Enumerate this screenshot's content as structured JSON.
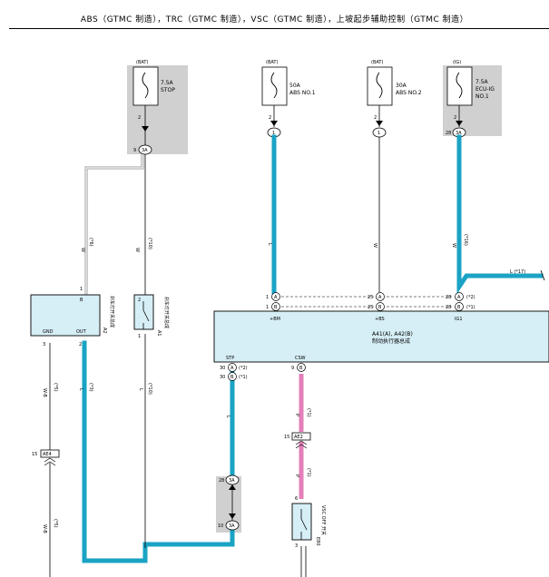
{
  "title": "ABS（GTMC 制造），TRC（GTMC 制造），VSC（GTMC 制造），上坡起步辅助控制（GTMC 制造）",
  "colors": {
    "wire_blue": "#1aa3c4",
    "wire_pink": "#e37fb9",
    "component_fill": "#d6eef6",
    "relay_block_fill": "#d0d0d0"
  },
  "fuses": [
    {
      "source": "(BAT)",
      "label_1": "7.5A",
      "label_2": "STOP",
      "pin": "2"
    },
    {
      "source": "(BAT)",
      "label_1": "50A",
      "label_2": "ABS NO.1",
      "pin": "2"
    },
    {
      "source": "(BAT)",
      "label_1": "30A",
      "label_2": "ABS NO.2",
      "pin": "2"
    },
    {
      "source": "(IG)",
      "label_1": "7.5A",
      "label_2": "ECU-IG",
      "label_3": "NO.1",
      "pin": "2"
    }
  ],
  "connectors": {
    "stop_fuse": {
      "pin": "9",
      "code": "3A"
    },
    "abs1": {
      "code": "1"
    },
    "abs2": {
      "code": "1"
    },
    "ecu_ig": {
      "pin": "28",
      "code": "3A"
    },
    "ae4": {
      "pin": "15",
      "code": "AE4"
    },
    "ae2": {
      "pin": "15",
      "code": "AE2"
    },
    "upper_3a": {
      "pin": "28",
      "code": "3A"
    },
    "lower_3a": {
      "pin": "10",
      "code": "3A"
    }
  },
  "wire_labels": {
    "w_gray": "W",
    "w_gray_ref": "(*6)",
    "w_stop": "W",
    "w_stop_ref": "(*10)",
    "w_abs1": "L",
    "w_abs2": "W",
    "w_ig": "W",
    "w_ig_ref": "(*16)",
    "ig_branch": "L (*17)",
    "a2_gnd": "W-B",
    "a2_gnd_ref": "(*5)",
    "a2_out": "L",
    "a2_out_ref": "(*3)",
    "a1_out": "L",
    "a1_out_ref": "(*10)",
    "stp": "L",
    "csw": "P",
    "csw_ref": "(*1)",
    "csw2": "P",
    "csw2_ref": "(*1)",
    "gnd_low": "W-B",
    "gnd_low_ref": "(*5)"
  },
  "switch_a2": {
    "pin_b": "B",
    "gnd": "GND",
    "out": "OUT",
    "pin1": "1",
    "pin3": "3",
    "pin2": "2",
    "name": "A2",
    "desc": "刹车灯开关总成"
  },
  "switch_a1": {
    "pin2": "2",
    "pin1": "1",
    "name": "A1",
    "desc": "刹车灯开关总成"
  },
  "ecu": {
    "name": "A41(A), A42(B)",
    "desc": "制动执行器总成",
    "pins": {
      "bm_a": "1",
      "bm_a_c": "A",
      "bm_b": "1",
      "bm_b_c": "B",
      "bm_label": "+BM",
      "bs_a": "25",
      "bs_a_c": "A",
      "bs_b": "25",
      "bs_b_c": "B",
      "bs_label": "+BS",
      "ig_a": "28",
      "ig_a_c": "A",
      "ig_b": "28",
      "ig_b_c": "B",
      "ig_label": "IG1",
      "ig_a_ref": "(*2)",
      "ig_b_ref": "(*1)",
      "stp_label": "STP",
      "stp_a": "30",
      "stp_a_c": "A",
      "stp_b": "30",
      "stp_b_c": "B",
      "stp_a_ref": "(*2)",
      "stp_b_ref": "(*1)",
      "csw_label": "CSW",
      "csw": "9",
      "csw_c": "B"
    }
  },
  "switch_e": {
    "pin_top": "6",
    "pin_bottom": "3",
    "name": "E80",
    "desc": "VSC OFF 开关"
  }
}
